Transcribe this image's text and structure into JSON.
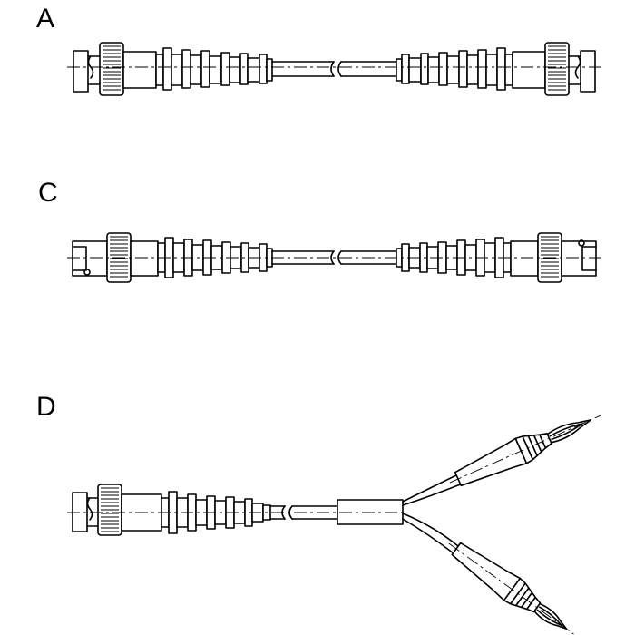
{
  "labels": {
    "a": "A",
    "c": "C",
    "d": "D"
  },
  "cables": [
    {
      "label": "A",
      "left_connector": "bnc-plug",
      "right_connector": "bnc-plug"
    },
    {
      "label": "C",
      "left_connector": "bnc-jack",
      "right_connector": "bnc-jack"
    },
    {
      "label": "D",
      "left_connector": "bnc-plug",
      "right_connector": "dual-banana-plug-breakout"
    }
  ]
}
